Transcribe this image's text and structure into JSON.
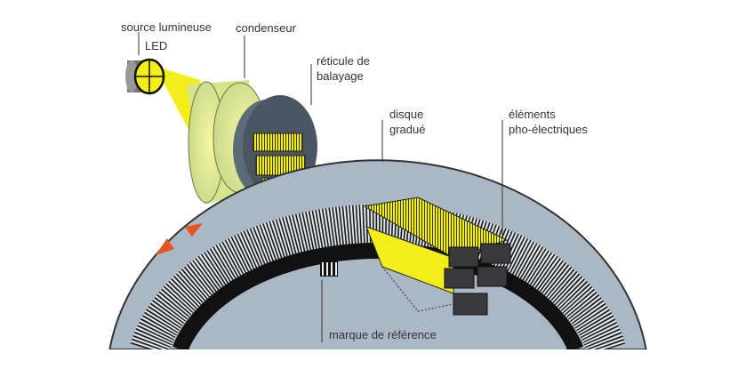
{
  "title": "Codeur optique incrémental",
  "labels": {
    "source": "source lumineuse",
    "led": "LED",
    "condenser": "condenseur",
    "reticle_line1": "réticule de",
    "reticle_line2": "balayage",
    "disc_line1": "disque",
    "disc_line2": "gradué",
    "photo_line1": "éléments",
    "photo_line2": "pho-électriques",
    "reference": "marque de référence"
  },
  "colors": {
    "beam": "#f2ee1a",
    "disc": "#a9b8c4",
    "arrow": "#e8541e",
    "sensor": "#3a3a3c"
  }
}
